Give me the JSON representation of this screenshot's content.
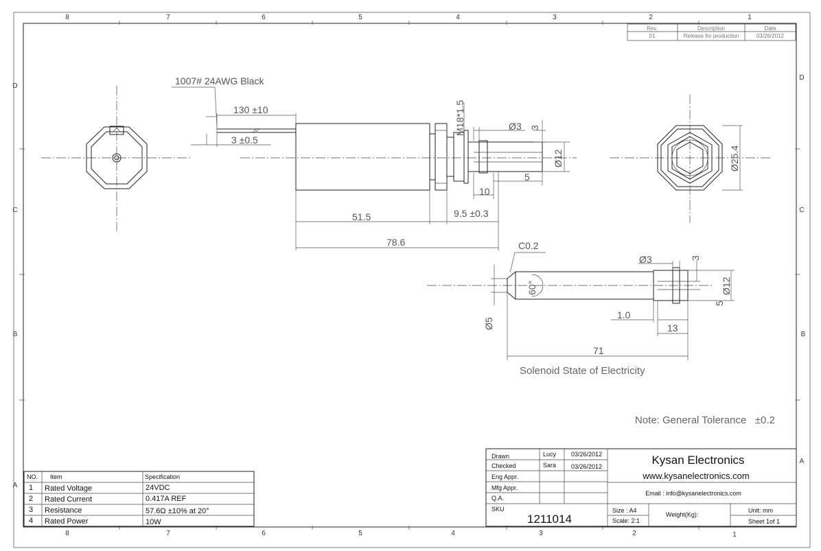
{
  "zones": {
    "top": [
      "8",
      "7",
      "6",
      "5",
      "4",
      "3",
      "2",
      "1"
    ],
    "bottom": [
      "8",
      "7",
      "6",
      "5",
      "4",
      "3",
      "2",
      "1"
    ],
    "left": [
      "D",
      "C",
      "B",
      "A"
    ],
    "right": [
      "D",
      "C",
      "B",
      "A"
    ]
  },
  "revision": {
    "headers": [
      "Rev.",
      "Description",
      "Date"
    ],
    "row": [
      "01",
      "Release for production",
      "03/26/2012"
    ]
  },
  "dimensions": {
    "wire": "1007# 24AWG Black",
    "wire_len": "130 ±10",
    "strip": "3 ±0.5",
    "thread": "M18*1.5",
    "d3_top": "Ø3",
    "three_top": "3",
    "d12_top": "Ø12",
    "five_top": "5",
    "ten": "10",
    "len_51": "51.5",
    "len_95": "9.5 ±0.3",
    "len_786": "78.6",
    "d254": "Ø25.4",
    "c02": "C0.2",
    "d3_plunger": "Ø3",
    "three_plunger": "3",
    "d12_plunger": "Ø12",
    "five_plunger": "5",
    "angle": "60°",
    "d5": "Ø5",
    "one_zero": "1.0",
    "thirteen": "13",
    "seventy_one": "71"
  },
  "caption": "Solenoid State of Electricity",
  "note": "Note: General Tolerance   ±0.2",
  "spec_table": {
    "headers": [
      "NO.",
      "Item",
      "Specification"
    ],
    "rows": [
      {
        "no": "1",
        "item": "Rated Voltage",
        "spec": "24VDC"
      },
      {
        "no": "2",
        "item": "Rated Current",
        "spec": "0.417A REF"
      },
      {
        "no": "3",
        "item": "Resistance",
        "spec": "57.6Ω ±10% at 20°"
      },
      {
        "no": "4",
        "item": "Rated Power",
        "spec": "10W"
      }
    ]
  },
  "title_block": {
    "drawn_label": "Drawn",
    "drawn_by": "Lucy",
    "drawn_date": "03/26/2012",
    "checked_label": "Checked",
    "checked_by": "Sara",
    "checked_date": "03/26/2012",
    "eng_appr": "Eng Appr.",
    "mfg_appr": "Mfg Appr.",
    "qa": "Q.A.",
    "sku_label": "SKU",
    "sku": "1211014",
    "company": "Kysan Electronics",
    "website": "www.kysanelectronics.com",
    "email": "Email : info@kysanelectronics.com",
    "size": "Size : A4",
    "scale": "Scale: 2:1",
    "weight": "Weight(Kg):",
    "unit": "Unit: mm",
    "sheet": "Sheet 1of 1"
  }
}
